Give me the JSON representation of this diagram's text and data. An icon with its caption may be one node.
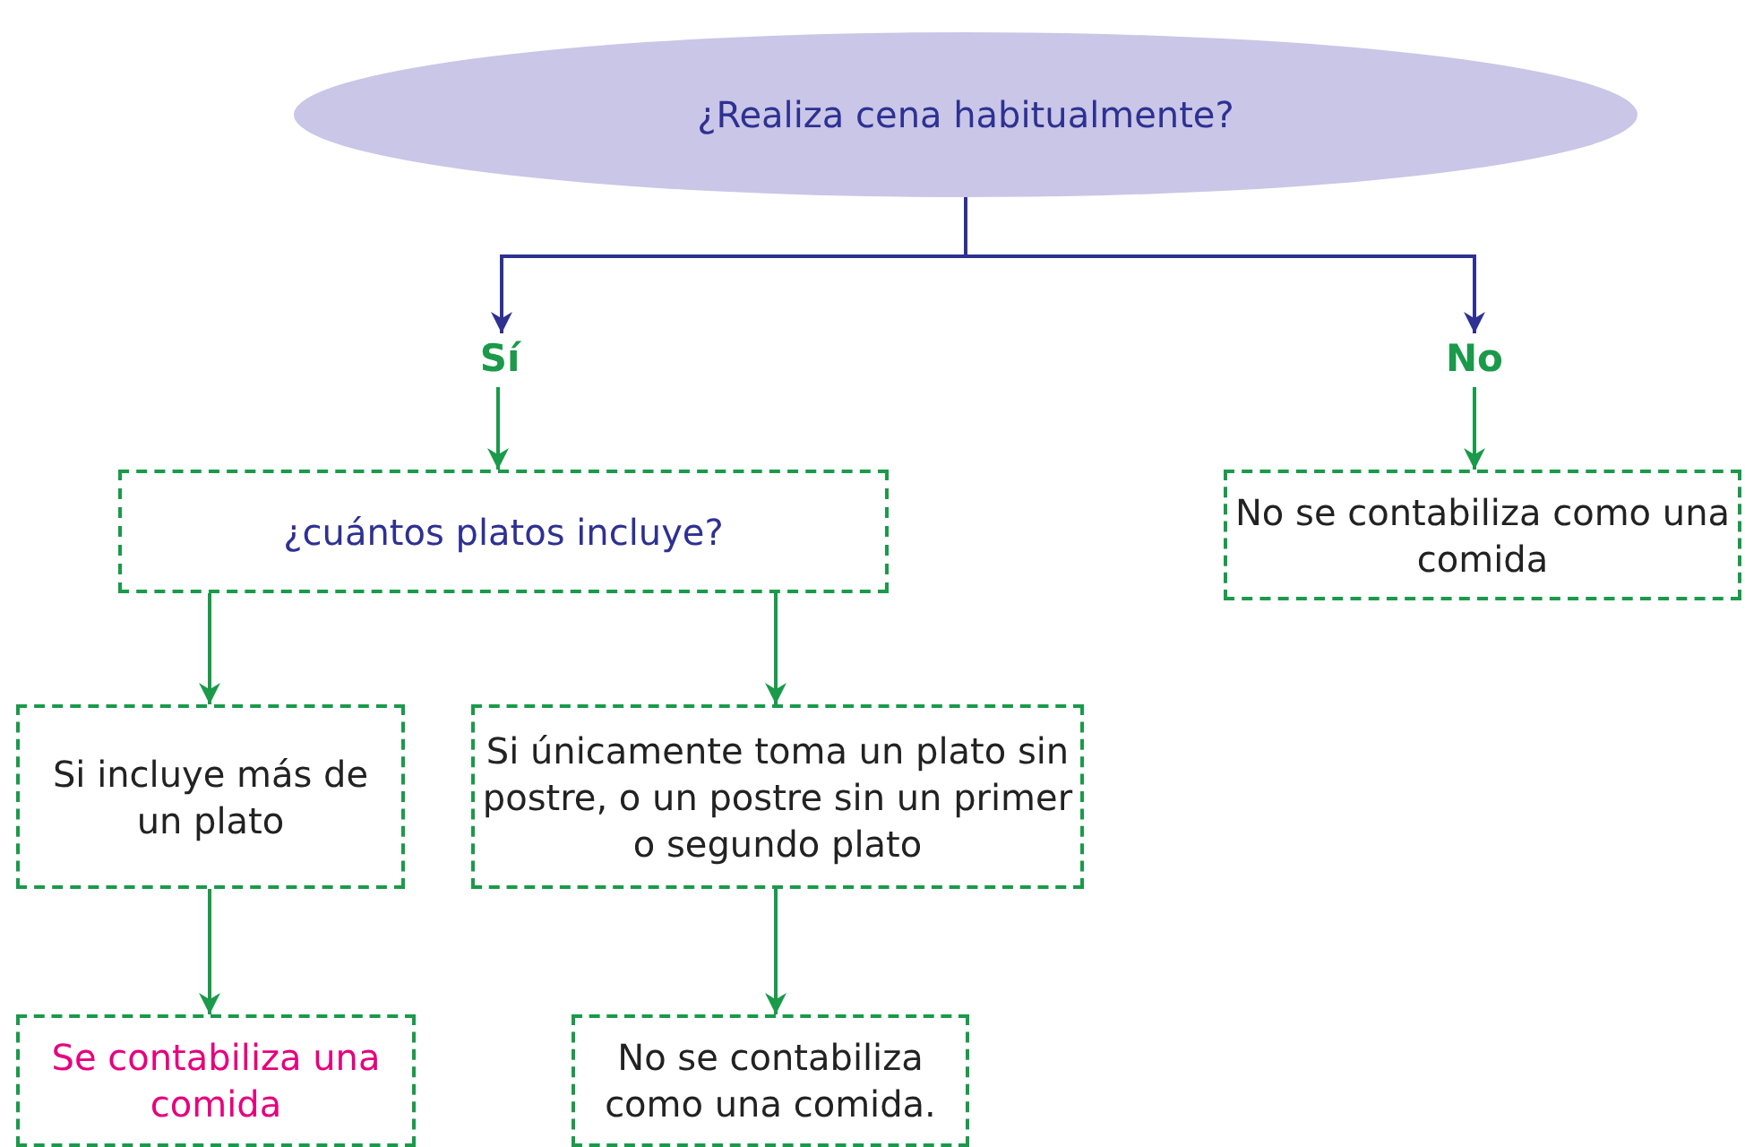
{
  "diagram": {
    "nodes": [
      {
        "text": [
          "¿Realiza cena habitualmente?"
        ]
      },
      {
        "text": [
          "Sí"
        ]
      },
      {
        "text": [
          "No"
        ]
      },
      {
        "text": [
          "¿cuántos platos incluye?"
        ]
      },
      {
        "text": [
          "No se contabiliza como una comida"
        ]
      },
      {
        "text": [
          "Si incluye más de un plato"
        ]
      },
      {
        "text": [
          "Si únicamente toma un plato sin postre, o un postre sin un primer o segundo plato"
        ]
      },
      {
        "text": [
          "Se contabiliza una comida"
        ]
      },
      {
        "text": [
          "No se contabiliza como una comida."
        ]
      }
    ],
    "edges": [
      {
        "from": 0,
        "to": 1,
        "arrow": "to",
        "color": "#2e3192"
      },
      {
        "from": 0,
        "to": 2,
        "arrow": "to",
        "color": "#2e3192"
      },
      {
        "from": 1,
        "to": 3,
        "arrow": "to"
      },
      {
        "from": 2,
        "to": 4,
        "arrow": "to"
      },
      {
        "from": 3,
        "to": 5,
        "arrow": "to"
      },
      {
        "from": 3,
        "to": 6,
        "arrow": "to"
      },
      {
        "from": 5,
        "to": 7,
        "arrow": "to"
      },
      {
        "from": 6,
        "to": 8,
        "arrow": "to"
      }
    ]
  }
}
